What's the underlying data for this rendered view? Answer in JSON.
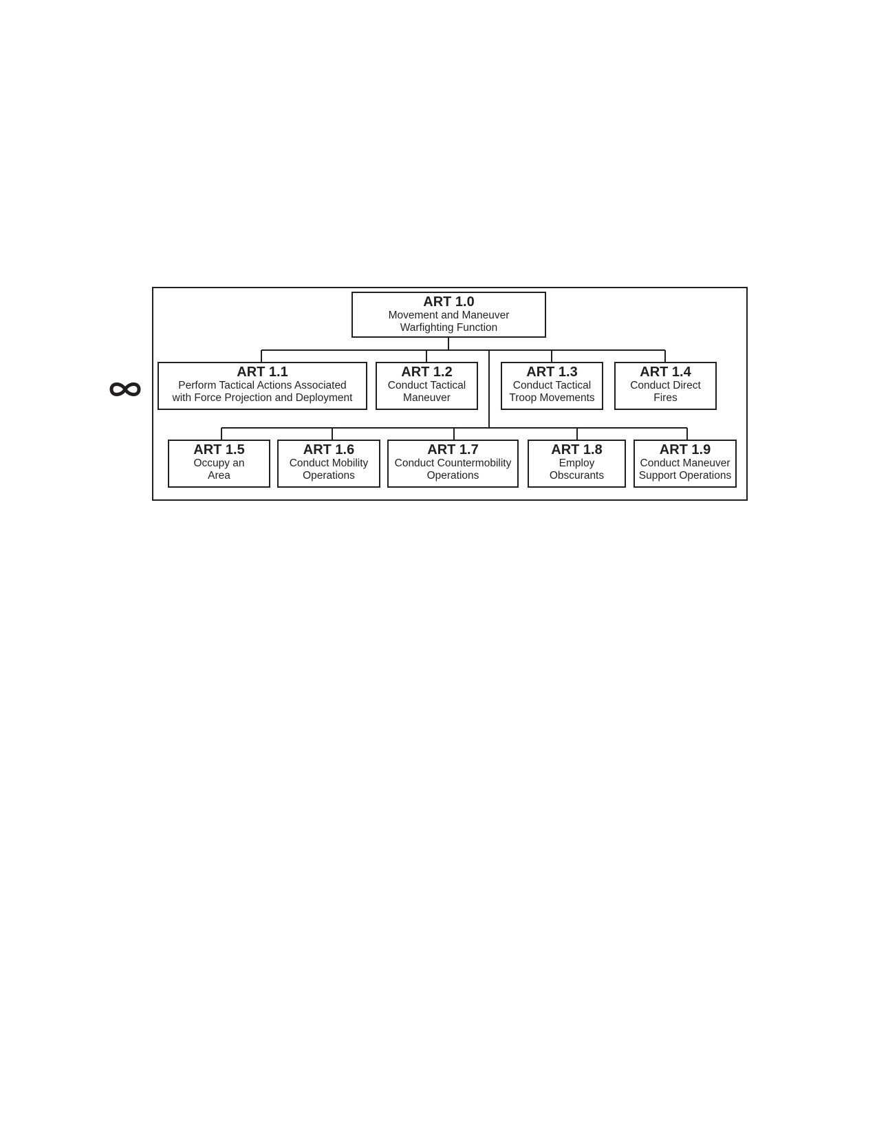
{
  "diagram": {
    "root": {
      "code": "ART 1.0",
      "label": "Movement and Maneuver\nWarfighting Function"
    },
    "children": [
      {
        "code": "ART 1.1",
        "label": "Perform Tactical Actions Associated\nwith Force Projection and Deployment"
      },
      {
        "code": "ART 1.2",
        "label": "Conduct Tactical\nManeuver"
      },
      {
        "code": "ART 1.3",
        "label": "Conduct Tactical\nTroop Movements"
      },
      {
        "code": "ART 1.4",
        "label": "Conduct Direct\nFires"
      },
      {
        "code": "ART 1.5",
        "label": "Occupy an\nArea"
      },
      {
        "code": "ART 1.6",
        "label": "Conduct Mobility\nOperations"
      },
      {
        "code": "ART 1.7",
        "label": "Conduct Countermobility\nOperations"
      },
      {
        "code": "ART 1.8",
        "label": "Employ\nObscurants"
      },
      {
        "code": "ART 1.9",
        "label": "Conduct Maneuver\nSupport Operations"
      }
    ]
  }
}
